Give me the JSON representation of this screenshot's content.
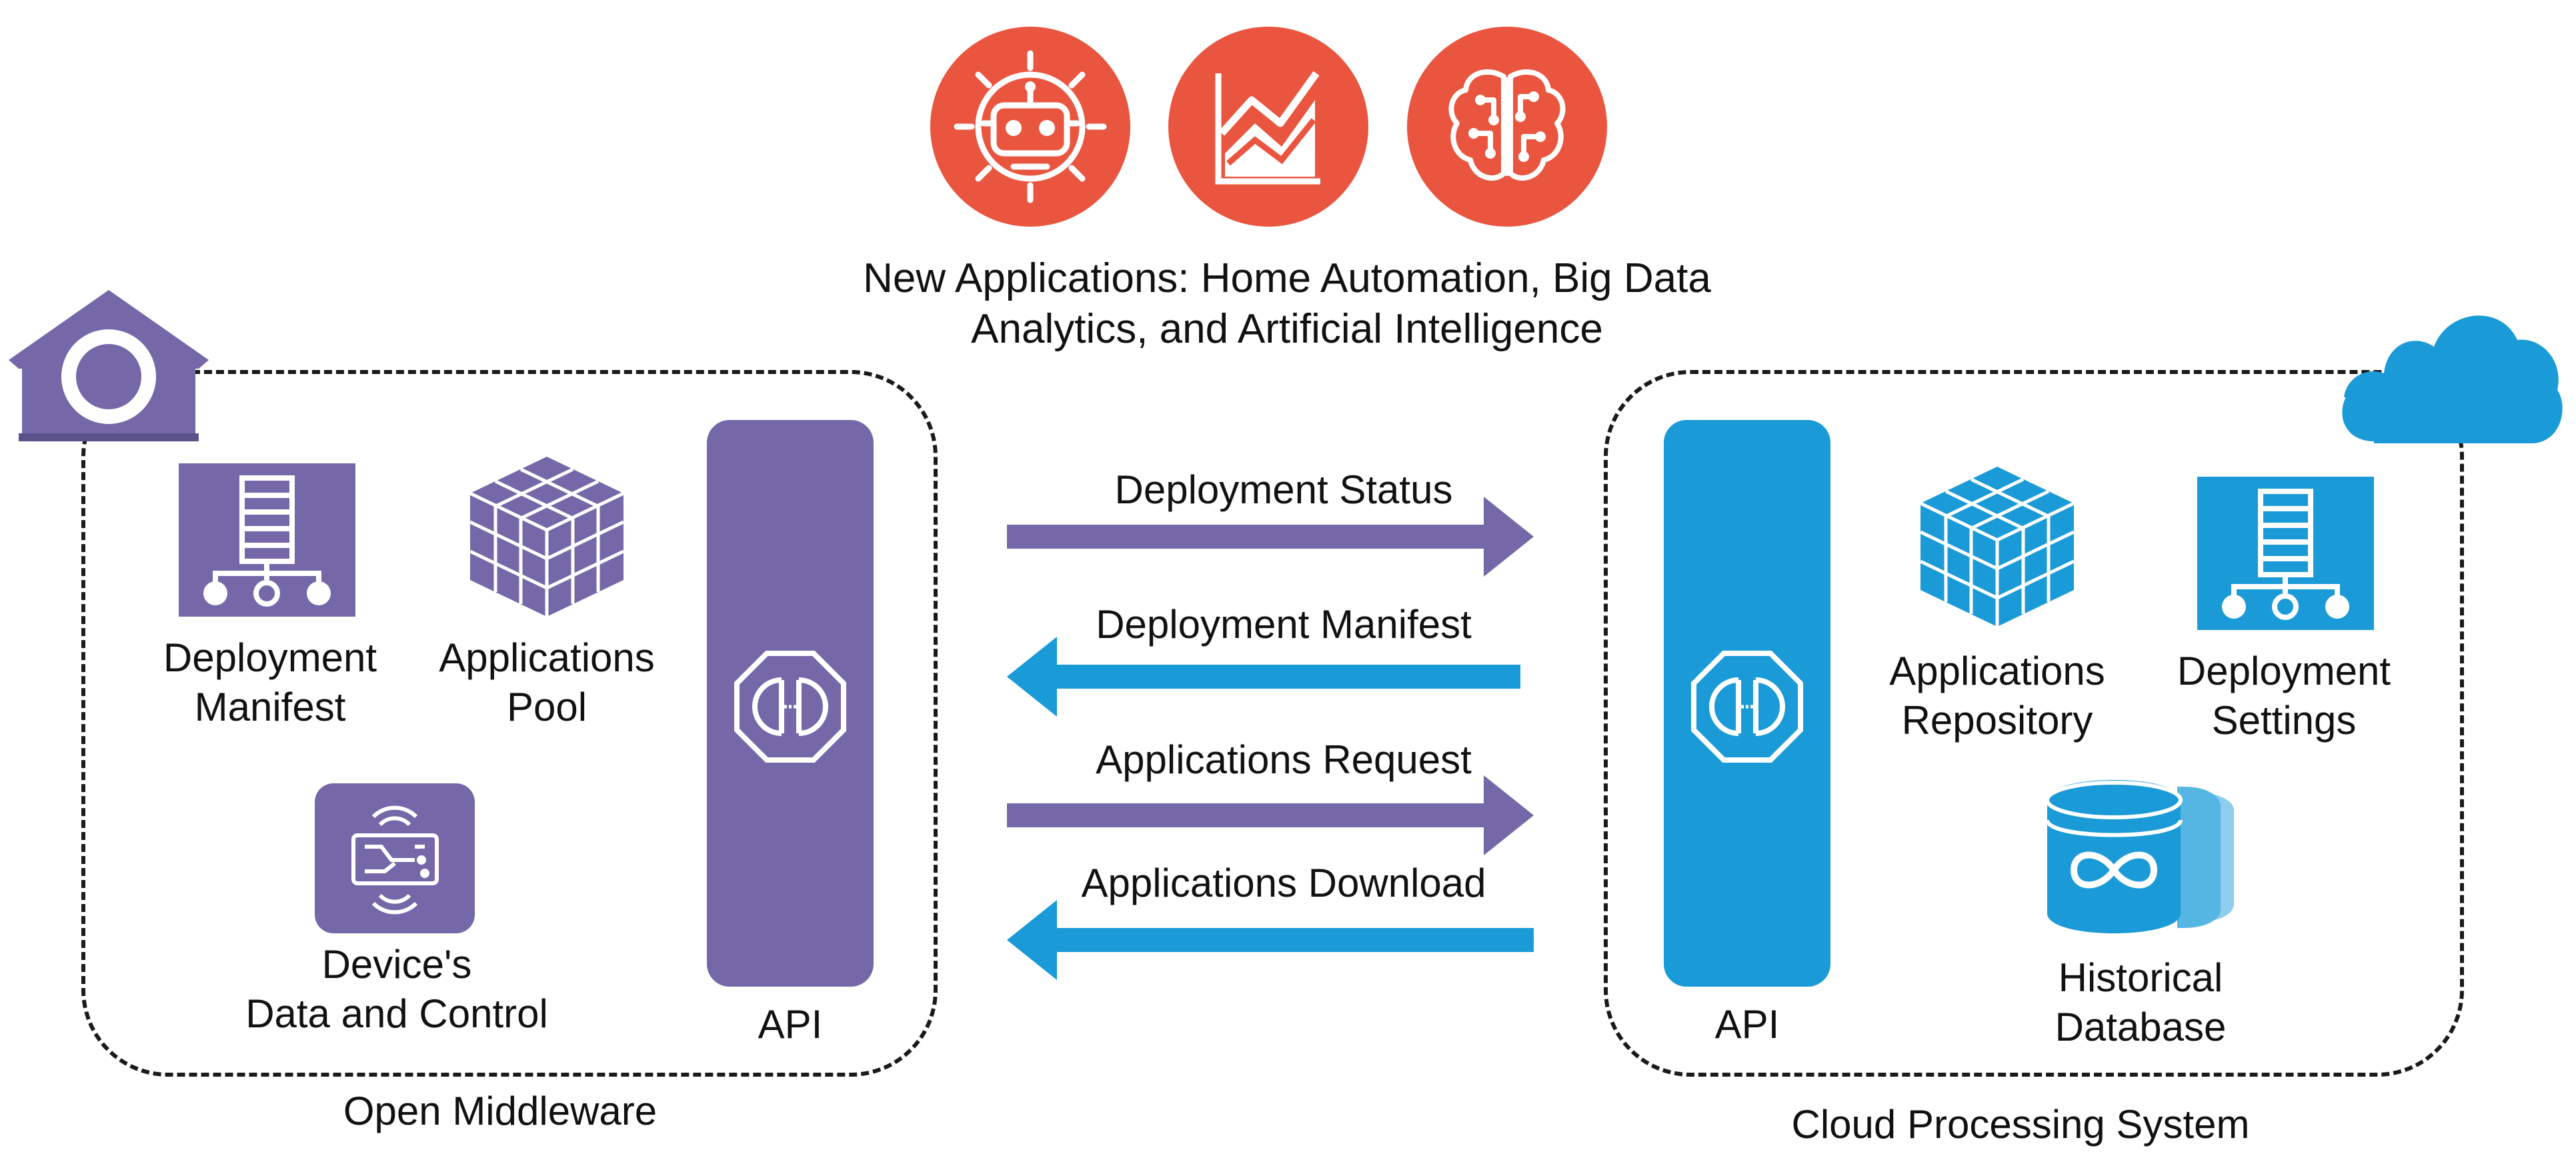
{
  "header": {
    "title_line1": "New Applications:  Home Automation, Big Data",
    "title_line2": "Analytics, and Artificial Intelligence",
    "icons": [
      "robot-icon",
      "chart-icon",
      "brain-circuit-icon"
    ]
  },
  "left": {
    "region_label": "Open Middleware",
    "deployment_manifest": [
      "Deployment",
      "Manifest"
    ],
    "applications_pool": [
      "Applications",
      "Pool"
    ],
    "device": [
      "Device's",
      "Data and Control"
    ],
    "api": "API"
  },
  "right": {
    "region_label": "Cloud Processing System",
    "applications_repository": [
      "Applications",
      "Repository"
    ],
    "deployment_settings": [
      "Deployment",
      "Settings"
    ],
    "historical_database": [
      "Historical",
      "Database"
    ],
    "api": "API"
  },
  "arrows": [
    {
      "label": "Deployment Status",
      "direction": "right"
    },
    {
      "label": "Deployment Manifest",
      "direction": "left"
    },
    {
      "label": "Applications Request",
      "direction": "right"
    },
    {
      "label": "Applications Download",
      "direction": "left"
    }
  ],
  "colors": {
    "purple": "#7468a8",
    "blue": "#1a9ad6",
    "orange": "#e9553e"
  }
}
